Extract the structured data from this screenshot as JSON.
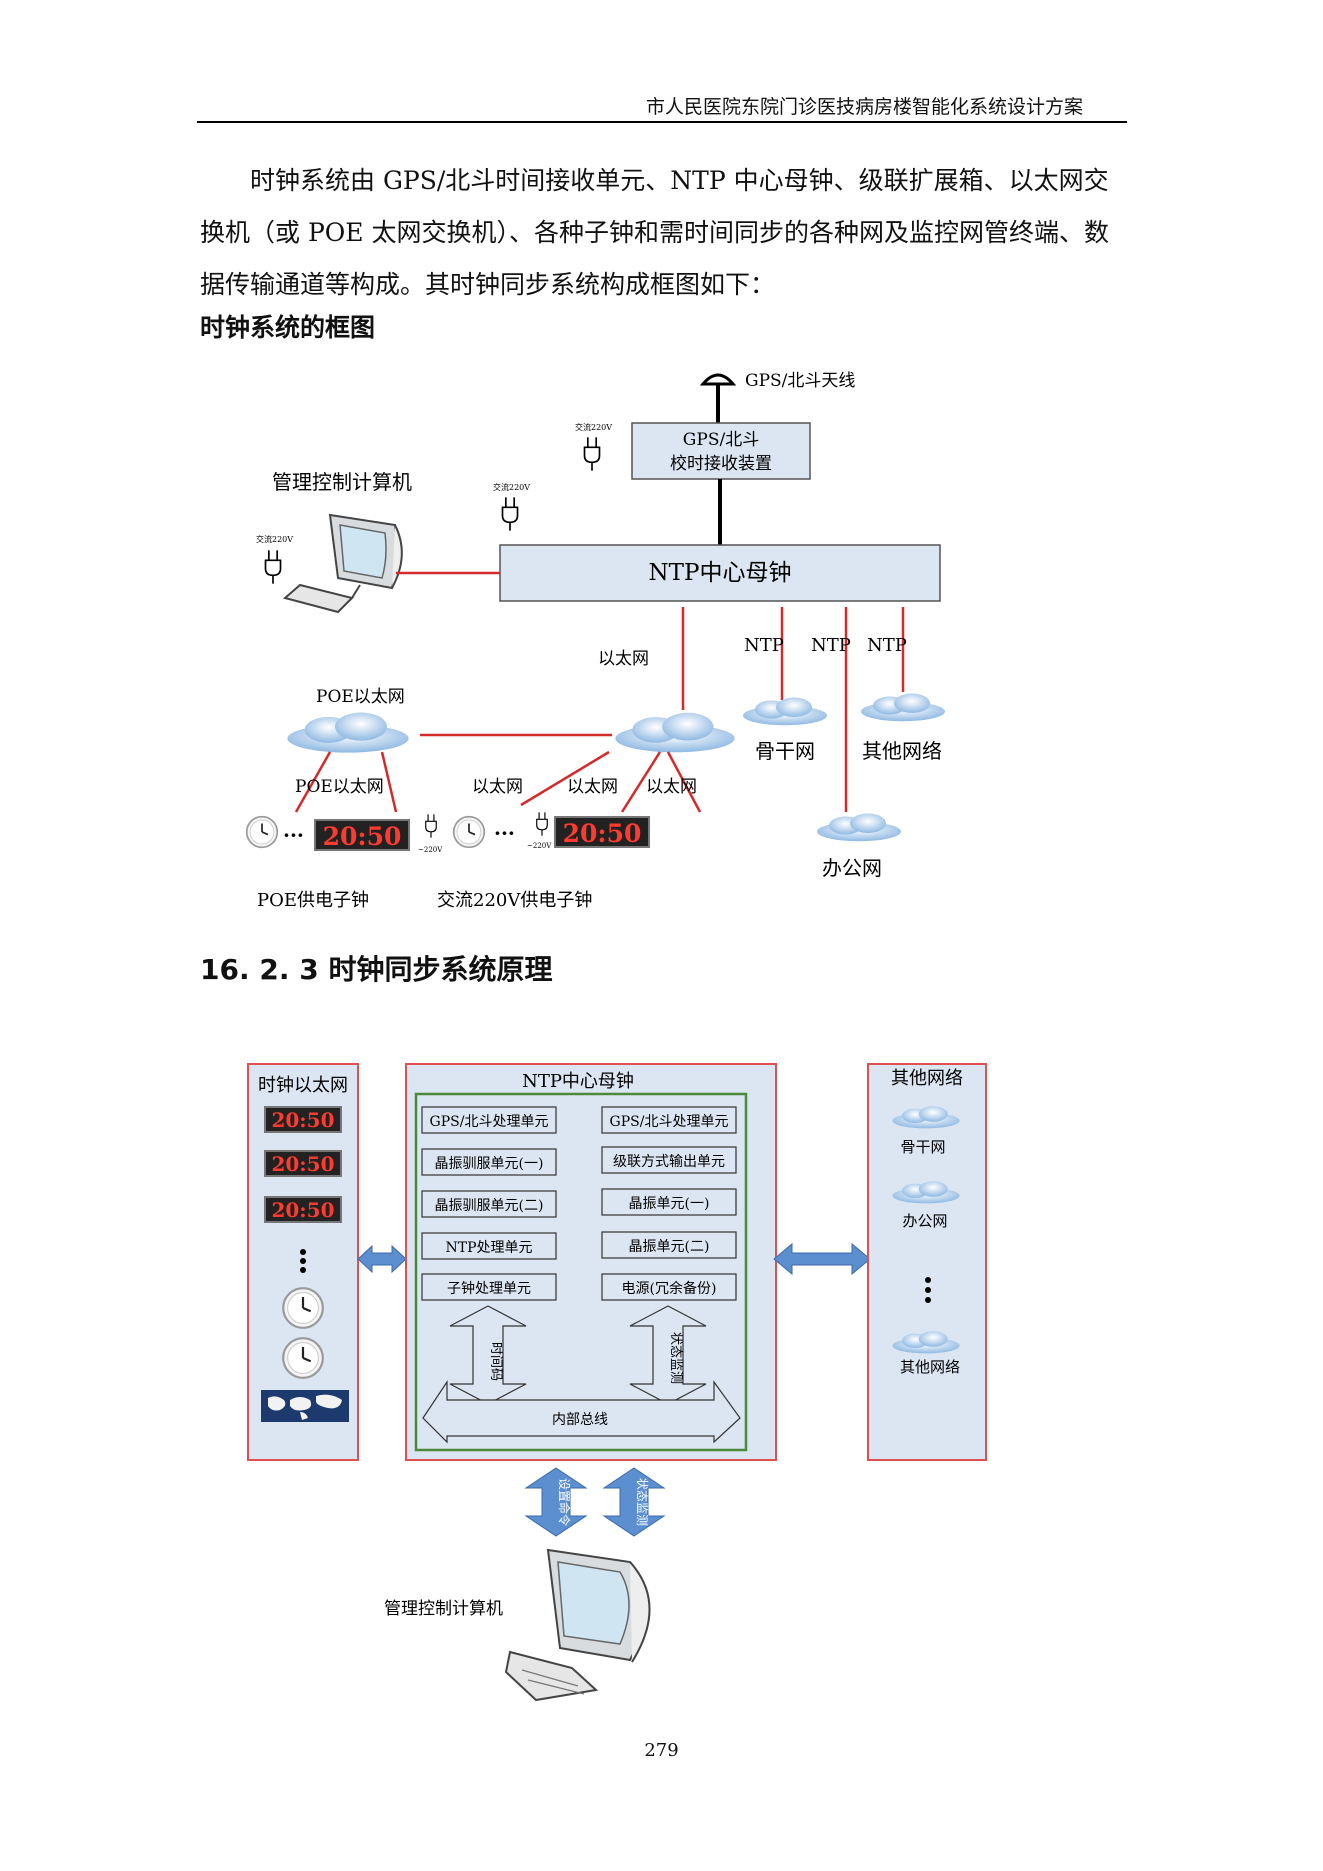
{
  "header": {
    "title": "市人民医院东院门诊医技病房楼智能化系统设计方案"
  },
  "intro": {
    "text": "时钟系统由 GPS/北斗时间接收单元、NTP 中心母钟、级联扩展箱、以太网交换机（或 POE 太网交换机）、各种子钟和需时间同步的各种网及监控网管终端、数据传输通道等构成。其时钟同步系统构成框图如下："
  },
  "figure1": {
    "caption": "时钟系统的框图",
    "antenna_label": "GPS/北斗天线",
    "receiver_line1": "GPS/北斗",
    "receiver_line2": "校时接收装置",
    "ac_label": "交流220V",
    "computer_label": "管理控制计算机",
    "master_clock_label": "NTP中心母钟",
    "ethernet_label": "以太网",
    "ntp_label": "NTP",
    "poe_ethernet_label": "POE以太网",
    "backbone_label": "骨干网",
    "other_net_label": "其他网络",
    "office_label": "办公网",
    "display_text": "20:50",
    "ellipsis": "···",
    "small_220v": "~220V",
    "poe_clock_label": "POE供电子钟",
    "ac_clock_label": "交流220V供电子钟"
  },
  "section": {
    "title": "16. 2. 3 时钟同步系统原理"
  },
  "figure2": {
    "left_panel_title": "时钟以太网",
    "center_title": "NTP中心母钟",
    "left_units": [
      "GPS/北斗处理单元",
      "晶振驯服单元(一)",
      "晶振驯服单元(二)",
      "NTP处理单元",
      "子钟处理单元"
    ],
    "right_units": [
      "GPS/北斗处理单元",
      "级联方式输出单元",
      "晶振单元(一)",
      "晶振单元(二)",
      "电源(冗余备份)"
    ],
    "timecode_label": "时间码",
    "status_label": "状态监测",
    "bus_label": "内部总线",
    "set_cmd_label": "设置命令",
    "right_panel_title": "其他网络",
    "backbone_label": "骨干网",
    "office_label": "办公网",
    "other_net_label": "其他网络",
    "computer_label": "管理控制计算机",
    "display_text": "20:50"
  },
  "footer": {
    "page_number": "279"
  },
  "colors": {
    "red_line": "#d42a2a",
    "box_fill": "#dce6f2",
    "cloud": "#9ec3e6",
    "arrow": "#5b8fd0",
    "panel_red": "#e05050",
    "panel_green": "#4a8a3a"
  }
}
